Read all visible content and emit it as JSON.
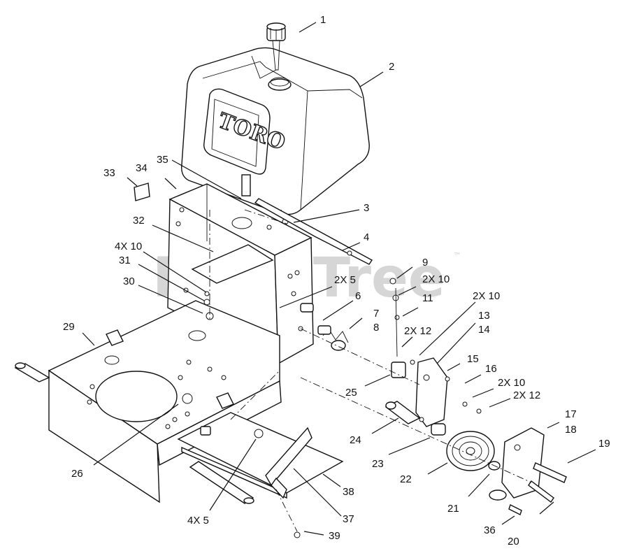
{
  "watermark": {
    "text": "PartsTree",
    "tm": "™"
  },
  "brand_text": "TORO",
  "callouts": [
    {
      "text": "1"
    },
    {
      "text": "2"
    },
    {
      "text": "3"
    },
    {
      "text": "4"
    },
    {
      "text": "6"
    },
    {
      "text": "7"
    },
    {
      "text": "8"
    },
    {
      "text": "9"
    },
    {
      "text": "2X 10"
    },
    {
      "text": "11"
    },
    {
      "text": "2X 10"
    },
    {
      "text": "13"
    },
    {
      "text": "14"
    },
    {
      "text": "2X 12"
    },
    {
      "text": "15"
    },
    {
      "text": "16"
    },
    {
      "text": "2X 10"
    },
    {
      "text": "2X 12"
    },
    {
      "text": "17"
    },
    {
      "text": "18"
    },
    {
      "text": "19"
    },
    {
      "text": "20"
    },
    {
      "text": "21"
    },
    {
      "text": "22"
    },
    {
      "text": "23"
    },
    {
      "text": "24"
    },
    {
      "text": "25"
    },
    {
      "text": "26"
    },
    {
      "text": "29"
    },
    {
      "text": "30"
    },
    {
      "text": "31"
    },
    {
      "text": "4X 10"
    },
    {
      "text": "32"
    },
    {
      "text": "33"
    },
    {
      "text": "34"
    },
    {
      "text": "35"
    },
    {
      "text": "2X 5"
    },
    {
      "text": "4X 5"
    },
    {
      "text": "37"
    },
    {
      "text": "38"
    },
    {
      "text": "39"
    },
    {
      "text": "36"
    }
  ]
}
